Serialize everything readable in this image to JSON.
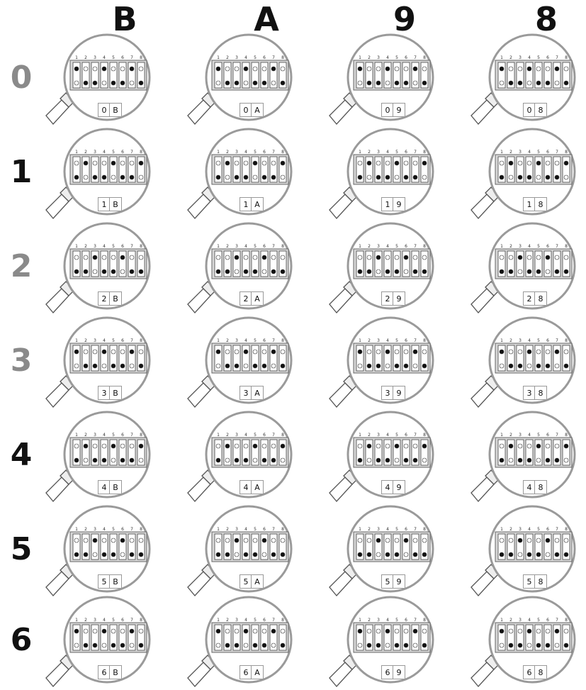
{
  "columns": [
    "B",
    "A",
    "9",
    "8"
  ],
  "rows": [
    "0",
    "1",
    "2",
    "3",
    "4",
    "5",
    "6"
  ],
  "positions": [
    "1",
    "2",
    "3",
    "4",
    "5",
    "6",
    "7",
    "8"
  ],
  "colors": {
    "ring": "#9a9a9a",
    "lens": "#ffffff",
    "handle": "#555555",
    "row_label_light": "#8a8a8a",
    "row_label_dark": "#111111"
  },
  "grid": [
    [
      {
        "left": "0",
        "right": "B"
      },
      {
        "left": "0",
        "right": "A"
      },
      {
        "left": "0",
        "right": "9"
      },
      {
        "left": "0",
        "right": "8"
      }
    ],
    [
      {
        "left": "1",
        "right": "B"
      },
      {
        "left": "1",
        "right": "A"
      },
      {
        "left": "1",
        "right": "9"
      },
      {
        "left": "1",
        "right": "8"
      }
    ],
    [
      {
        "left": "2",
        "right": "B"
      },
      {
        "left": "2",
        "right": "A"
      },
      {
        "left": "2",
        "right": "9"
      },
      {
        "left": "2",
        "right": "8"
      }
    ],
    [
      {
        "left": "3",
        "right": "B"
      },
      {
        "left": "3",
        "right": "A"
      },
      {
        "left": "3",
        "right": "9"
      },
      {
        "left": "3",
        "right": "8"
      }
    ],
    [
      {
        "left": "4",
        "right": "B"
      },
      {
        "left": "4",
        "right": "A"
      },
      {
        "left": "4",
        "right": "9"
      },
      {
        "left": "4",
        "right": "8"
      }
    ],
    [
      {
        "left": "5",
        "right": "B"
      },
      {
        "left": "5",
        "right": "A"
      },
      {
        "left": "5",
        "right": "9"
      },
      {
        "left": "5",
        "right": "8"
      }
    ],
    [
      {
        "left": "6",
        "right": "B"
      },
      {
        "left": "6",
        "right": "A"
      },
      {
        "left": "6",
        "right": "9"
      },
      {
        "left": "6",
        "right": "8"
      }
    ]
  ],
  "icon": "magnifier-dip-switch-icon"
}
